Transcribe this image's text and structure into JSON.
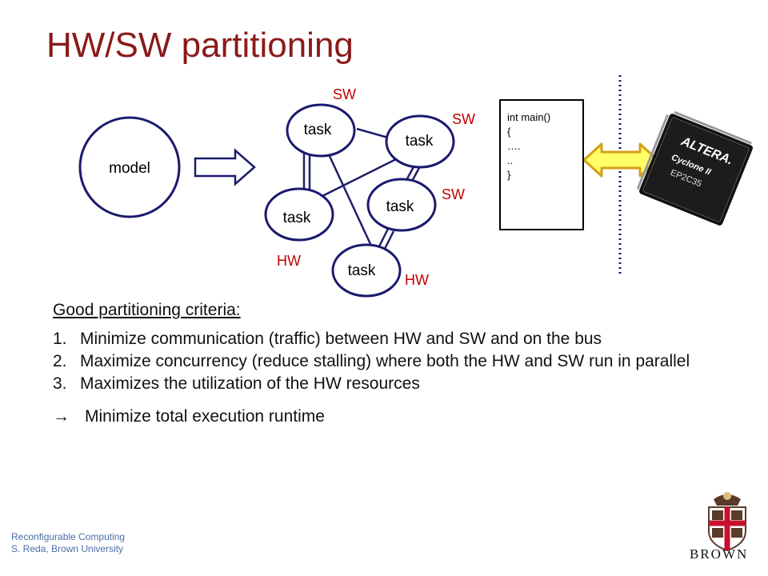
{
  "title": "HW/SW partitioning",
  "diagram": {
    "model_label": "model",
    "task_label": "task",
    "tags": {
      "sw_top": "SW",
      "sw_right": "SW",
      "sw_mid": "SW",
      "hw_left": "HW",
      "hw_bottom": "HW"
    },
    "code_lines": [
      "int main()",
      "{",
      "….",
      "..",
      "}"
    ],
    "chip": {
      "brand": "ALTERA.",
      "family": "Cyclone II",
      "part": "EP2C35"
    }
  },
  "criteria": {
    "heading": "Good partitioning criteria:",
    "items": [
      {
        "num": "1.",
        "text": "Minimize communication (traffic) between HW and SW and on the bus"
      },
      {
        "num": "2.",
        "text": "Maximize concurrency (reduce stalling) where both the HW and SW run in parallel"
      },
      {
        "num": "3.",
        "text": "Maximizes the utilization of the HW resources"
      }
    ],
    "conclusion_arrow": "→",
    "conclusion": "Minimize total execution runtime"
  },
  "footer": {
    "line1": "Reconfigurable Computing",
    "line2": "S. Reda, Brown University"
  },
  "logo_text": "BROWN",
  "colors": {
    "title": "#8b1a1a",
    "tag": "#c00000",
    "edge": "#1f1f6e",
    "footer": "#4b6fa8",
    "arrow_fill": "#ffff66",
    "arrow_stroke": "#d4a017"
  }
}
